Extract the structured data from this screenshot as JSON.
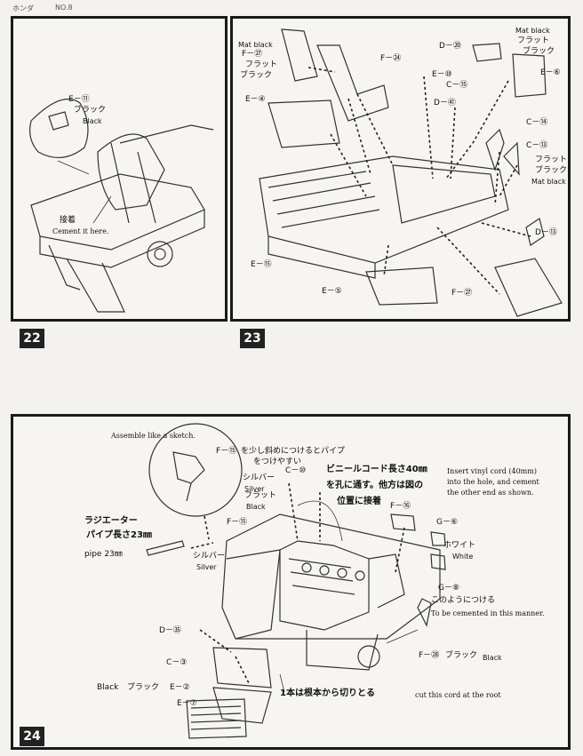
{
  "header": {
    "maker": "ホンダ",
    "number": "NO.8"
  },
  "steps": {
    "s22": {
      "num": "22"
    },
    "s23": {
      "num": "23"
    },
    "s24": {
      "num": "24"
    }
  },
  "panel22": {
    "part": "E－⑪",
    "color_jp": "ブラック",
    "color_en": "Black",
    "cement_jp": "接着",
    "cement_en": "Cement it here."
  },
  "panel23": {
    "f27_top_color1": "Mat black",
    "f27_top": "F－㉗",
    "f27_top_color2": "フラット",
    "f27_top_color3": "ブラック",
    "f24": "F－㉔",
    "e4": "E－④",
    "e15": "E－⑮",
    "e5": "E－⑤",
    "f27_bottom": "F－㉗",
    "d20": "D－⑳",
    "mat_black_top": "Mat black",
    "flat_top": "フラット",
    "black_top": "ブラック",
    "e6": "E－⑥",
    "e10": "E－⑩",
    "c15_top": "C－⑮",
    "d41": "D－㊶",
    "c14": "C－⑭",
    "c13": "C－⑬",
    "flat_mid": "フラット",
    "black_mid": "ブラック",
    "mat_black_mid": "Mat black",
    "d13": "D－⑬"
  },
  "panel24": {
    "assemble": "Assemble like a sketch.",
    "f15_note_part": "F－⑮",
    "f15_note_jp1": "を少し斜めにつけるとパイプ",
    "f15_note_jp2": "をつけやすい",
    "c10": "C－⑩",
    "silver_jp": "シルバー",
    "silver_en": "Silver",
    "flat_black_jp": "フラット",
    "flat_black_en": "Black",
    "vinyl_jp1": "ビニールコード長さ40㎜",
    "vinyl_jp2": "を孔に通す。他方は図の",
    "vinyl_jp3": "位置に接着",
    "vinyl_en1": "Insert vinyl cord (40mm)",
    "vinyl_en2": "into the hole, and cement",
    "vinyl_en3": "the other end as shown.",
    "radiator_jp": "ラジエーター",
    "pipe_jp": "パイプ長さ23㎜",
    "pipe_en": "pipe 23㎜",
    "f15": "F－⑮",
    "silver2_jp": "シルバー",
    "silver2_en": "Silver",
    "f16": "F－⑯",
    "g6": "G－⑥",
    "white_jp": "ホワイト",
    "white_en": "White",
    "g8": "G－⑧",
    "cement_manner_jp": "このようにつける",
    "cement_manner_en": "To be cemented in this manner.",
    "d35": "D－㉟",
    "c3": "C－③",
    "black_en": "Black",
    "black_jp": "ブラック",
    "e2": "E－②",
    "e7": "E－⑦",
    "f28": "F－㉘",
    "f28_color_jp": "ブラック",
    "f28_color_en": "Black",
    "cut_jp": "1本は根本から切りとる",
    "cut_en": "cut this cord at the root"
  }
}
